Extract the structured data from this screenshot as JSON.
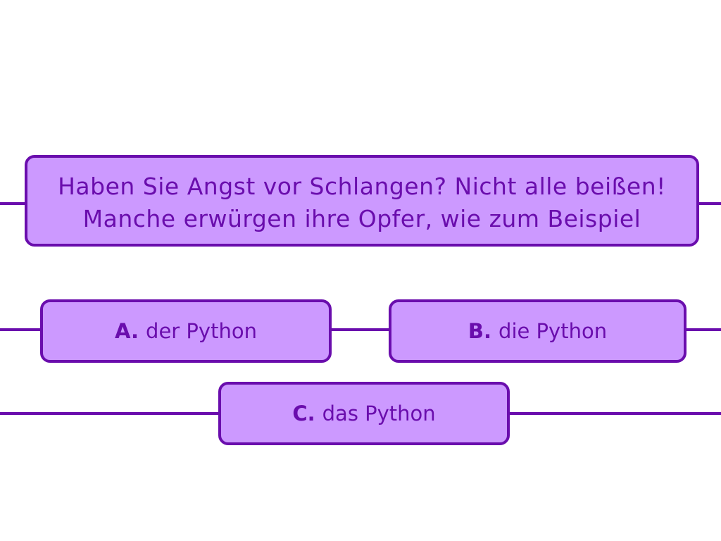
{
  "colors": {
    "box_fill": "#cc99ff",
    "accent": "#6a0dad",
    "background": "#ffffff"
  },
  "question": {
    "text": "Haben Sie Angst vor Schlangen? Nicht alle beißen! Manche erwürgen ihre Opfer, wie zum Beispiel"
  },
  "answers": [
    {
      "letter": "A.",
      "text": "der Python"
    },
    {
      "letter": "B.",
      "text": "die Python"
    },
    {
      "letter": "C.",
      "text": "das Python"
    }
  ]
}
